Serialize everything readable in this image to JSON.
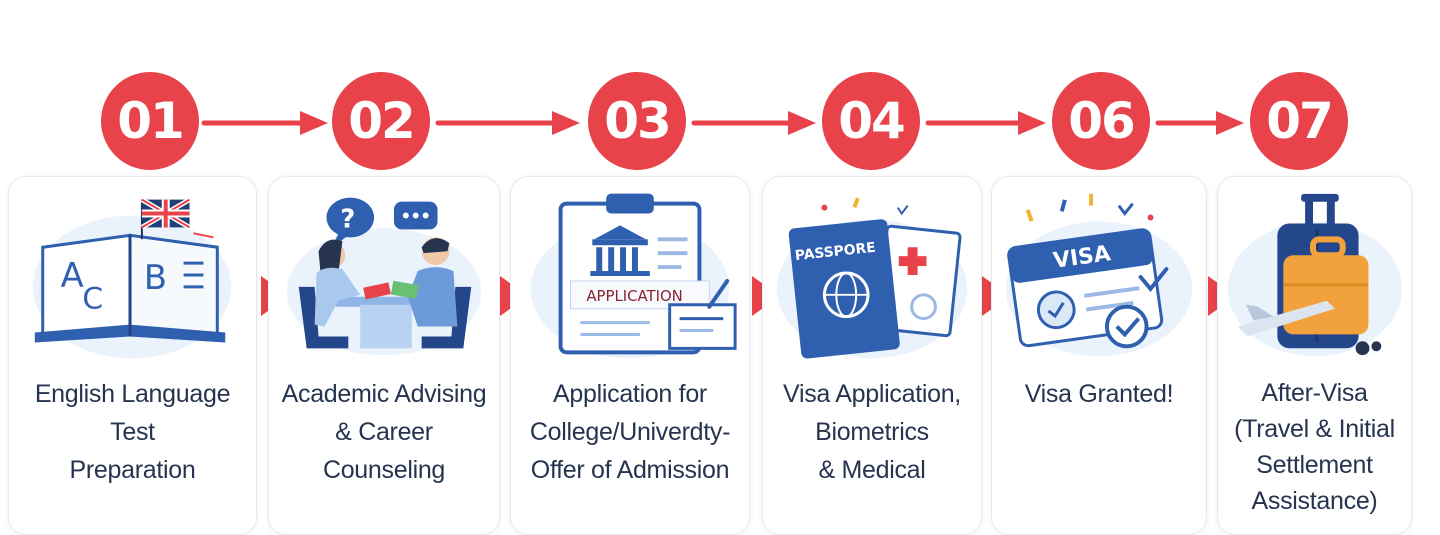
{
  "colors": {
    "accent": "#e8424a",
    "text": "#26344f",
    "blue": "#2f5faf",
    "card_border": "#e6eaf0"
  },
  "steps": [
    {
      "number": "01",
      "icon": "open-book-abc-icon",
      "lines": [
        "English Language",
        "Test",
        "Preparation"
      ]
    },
    {
      "number": "02",
      "icon": "advising-meeting-icon",
      "lines": [
        "Academic Advising",
        "& Career",
        "Counseling"
      ]
    },
    {
      "number": "03",
      "icon": "application-clipboard-icon",
      "lines": [
        "Application for",
        "College/Univerdty-",
        "Offer of Admission"
      ],
      "art_text": "APPLICATION"
    },
    {
      "number": "04",
      "icon": "passport-medical-icon",
      "lines": [
        "Visa Application,",
        "Biometrics",
        "& Medical"
      ],
      "art_text": "PASSPORE"
    },
    {
      "number": "06",
      "icon": "visa-approved-icon",
      "lines": [
        "Visa Granted!"
      ],
      "art_text": "VISA"
    },
    {
      "number": "07",
      "icon": "luggage-travel-icon",
      "lines": [
        "After-Visa",
        "(Travel & Initial",
        "Settlement",
        "Assistance)"
      ]
    }
  ]
}
